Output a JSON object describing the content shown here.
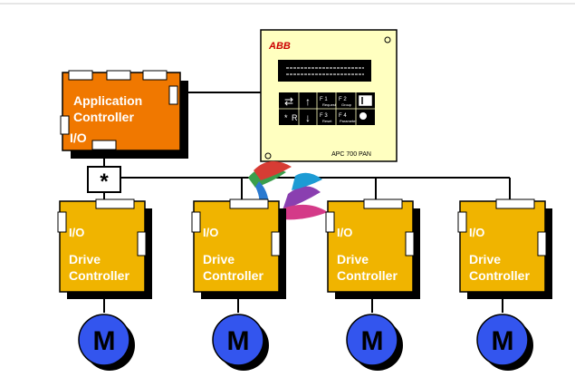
{
  "colors": {
    "app_controller": "#f07800",
    "drive_controller": "#f0b400",
    "panel": "#ffffc0",
    "motor": "#3355ee",
    "shadow": "#000000",
    "line": "#000000"
  },
  "app_controller": {
    "title_line1": "Application",
    "title_line2": "Controller",
    "io_label": "I/O"
  },
  "junction": {
    "symbol": "*"
  },
  "panel": {
    "brand": "ABB",
    "model": "APC 700 PAN",
    "keys": {
      "f1": "F 1",
      "f1_sub": "Request",
      "f2": "F 2",
      "f2_sub": "Group",
      "f3": "F 3",
      "f3_sub": "Reset",
      "f4": "F 4",
      "f4_sub": "Parameter",
      "star": "*",
      "r": "R"
    }
  },
  "drives": [
    {
      "io_label": "I/O",
      "title_line1": "Drive",
      "title_line2": "Controller",
      "motor_label": "M"
    },
    {
      "io_label": "I/O",
      "title_line1": "Drive",
      "title_line2": "Controller",
      "motor_label": "M"
    },
    {
      "io_label": "I/O",
      "title_line1": "Drive",
      "title_line2": "Controller",
      "motor_label": "M"
    },
    {
      "io_label": "I/O",
      "title_line1": "Drive",
      "title_line2": "Controller",
      "motor_label": "M"
    }
  ]
}
